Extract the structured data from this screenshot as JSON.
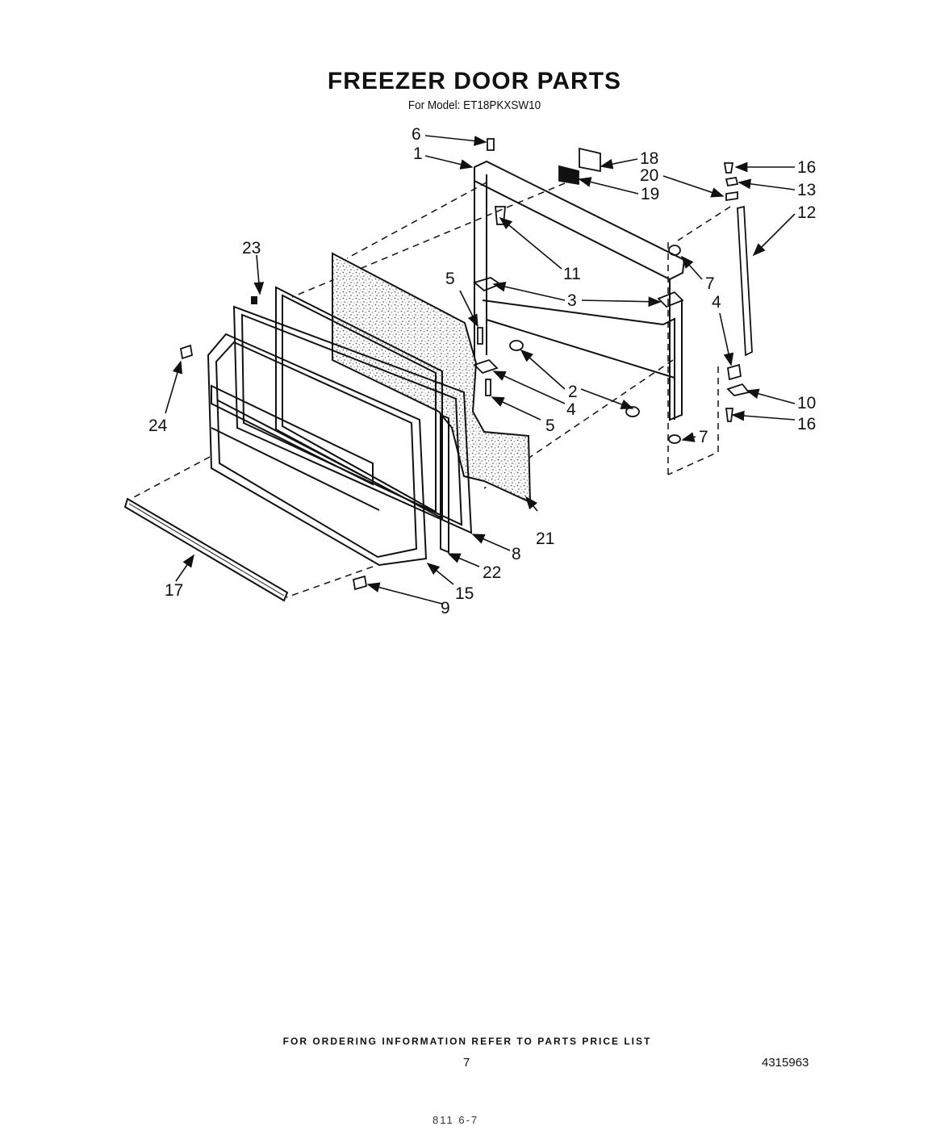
{
  "header": {
    "title": "FREEZER DOOR PARTS",
    "model_label": "For Model: ET18PKXSW10"
  },
  "callouts": {
    "c1": "1",
    "c2": "2",
    "c3": "3",
    "c4a": "4",
    "c4b": "4",
    "c5a": "5",
    "c5b": "5",
    "c6": "6",
    "c7a": "7",
    "c7b": "7",
    "c8": "8",
    "c9": "9",
    "c10": "10",
    "c11": "11",
    "c12": "12",
    "c13": "13",
    "c15": "15",
    "c16a": "16",
    "c16b": "16",
    "c17": "17",
    "c18": "18",
    "c19": "19",
    "c20": "20",
    "c21": "21",
    "c22": "22",
    "c23": "23",
    "c24": "24"
  },
  "footer": {
    "ordering_note": "FOR ORDERING INFORMATION REFER TO PARTS PRICE LIST",
    "page_number": "7",
    "document_number": "4315963",
    "stamp": "811 6-7"
  }
}
